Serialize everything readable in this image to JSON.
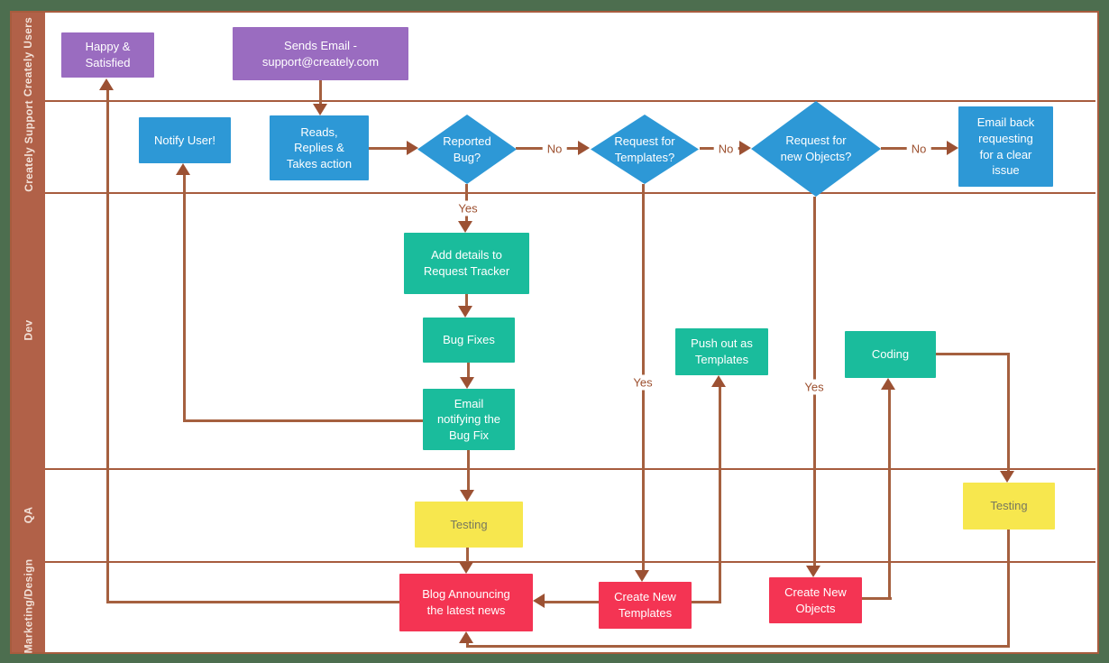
{
  "diagram": {
    "type": "flowchart-swimlane",
    "lanes": [
      {
        "label": "Creately Users"
      },
      {
        "label": "Creately Support"
      },
      {
        "label": "Dev"
      },
      {
        "label": "QA"
      },
      {
        "label": "Marketing/Design"
      }
    ],
    "nodes": {
      "happy_satisfied": {
        "label": "Happy &\nSatisfied",
        "shape": "rect",
        "color": "#9a6cc0",
        "lane": "Creately Users"
      },
      "sends_email": {
        "label": "Sends Email -\nsupport@creately.com",
        "shape": "rect",
        "color": "#9a6cc0",
        "lane": "Creately Users"
      },
      "notify_user": {
        "label": "Notify User!",
        "shape": "rect",
        "color": "#2d98d6",
        "lane": "Creately Support"
      },
      "reads_replies": {
        "label": "Reads,\nReplies &\nTakes action",
        "shape": "rect",
        "color": "#2d98d6",
        "lane": "Creately Support"
      },
      "reported_bug": {
        "label": "Reported\nBug?",
        "shape": "diamond",
        "color": "#2d98d6",
        "lane": "Creately Support"
      },
      "request_templates": {
        "label": "Request for\nTemplates?",
        "shape": "diamond",
        "color": "#2d98d6",
        "lane": "Creately Support"
      },
      "request_objects": {
        "label": "Request for\nnew Objects?",
        "shape": "diamond",
        "color": "#2d98d6",
        "lane": "Creately Support"
      },
      "email_back": {
        "label": "Email back\nrequesting\nfor a clear\nissue",
        "shape": "rect",
        "color": "#2d98d6",
        "lane": "Creately Support"
      },
      "add_details": {
        "label": "Add details to\nRequest Tracker",
        "shape": "rect",
        "color": "#1abc9c",
        "lane": "Dev"
      },
      "bug_fixes": {
        "label": "Bug Fixes",
        "shape": "rect",
        "color": "#1abc9c",
        "lane": "Dev"
      },
      "email_notifying": {
        "label": "Email\nnotifying the\nBug Fix",
        "shape": "rect",
        "color": "#1abc9c",
        "lane": "Dev"
      },
      "push_templates": {
        "label": "Push out as\nTemplates",
        "shape": "rect",
        "color": "#1abc9c",
        "lane": "Dev"
      },
      "coding": {
        "label": "Coding",
        "shape": "rect",
        "color": "#1abc9c",
        "lane": "Dev"
      },
      "testing_bugfix": {
        "label": "Testing",
        "shape": "rect",
        "color": "#f7e74e",
        "lane": "QA"
      },
      "testing_objects": {
        "label": "Testing",
        "shape": "rect",
        "color": "#f7e74e",
        "lane": "QA"
      },
      "blog": {
        "label": "Blog Announcing\nthe latest news",
        "shape": "rect",
        "color": "#f43453",
        "lane": "Marketing/Design"
      },
      "create_templates": {
        "label": "Create New\nTemplates",
        "shape": "rect",
        "color": "#f43453",
        "lane": "Marketing/Design"
      },
      "create_objects": {
        "label": "Create New\nObjects",
        "shape": "rect",
        "color": "#f43453",
        "lane": "Marketing/Design"
      }
    },
    "edge_labels": {
      "no_bug": "No",
      "no_templates": "No",
      "no_objects": "No",
      "yes_bug": "Yes",
      "yes_templates": "Yes",
      "yes_objects": "Yes"
    },
    "edges": [
      {
        "from": "sends_email",
        "to": "reads_replies"
      },
      {
        "from": "reads_replies",
        "to": "reported_bug"
      },
      {
        "from": "reported_bug",
        "to": "request_templates",
        "label": "No"
      },
      {
        "from": "request_templates",
        "to": "request_objects",
        "label": "No"
      },
      {
        "from": "request_objects",
        "to": "email_back",
        "label": "No"
      },
      {
        "from": "reported_bug",
        "to": "add_details",
        "label": "Yes"
      },
      {
        "from": "add_details",
        "to": "bug_fixes"
      },
      {
        "from": "bug_fixes",
        "to": "email_notifying"
      },
      {
        "from": "email_notifying",
        "to": "notify_user"
      },
      {
        "from": "email_notifying",
        "to": "testing_bugfix"
      },
      {
        "from": "testing_bugfix",
        "to": "blog"
      },
      {
        "from": "request_templates",
        "to": "create_templates",
        "label": "Yes"
      },
      {
        "from": "create_templates",
        "to": "blog"
      },
      {
        "from": "create_templates",
        "to": "push_templates"
      },
      {
        "from": "request_objects",
        "to": "create_objects",
        "label": "Yes"
      },
      {
        "from": "create_objects",
        "to": "coding"
      },
      {
        "from": "coding",
        "to": "testing_objects"
      },
      {
        "from": "testing_objects",
        "to": "blog"
      },
      {
        "from": "blog",
        "to": "happy_satisfied"
      }
    ],
    "colors": {
      "frame": "#4d6e4f",
      "lane_border": "#a75c3e",
      "lane_label_bg": "#b16148",
      "lane_label_text": "#f2e1d8",
      "connector": "#a5603f",
      "arrowhead": "#9c5133",
      "purple_node": "#9a6cc0",
      "blue_node": "#2d98d6",
      "green_node": "#1abc9c",
      "yellow_node": "#f7e74e",
      "red_node": "#f43453"
    }
  }
}
